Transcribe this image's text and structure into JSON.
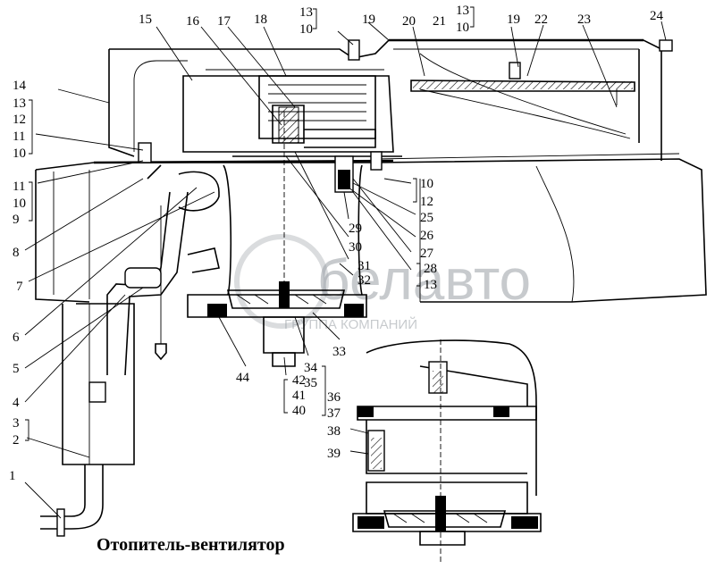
{
  "caption": "Отопитель-вентилятор",
  "watermark": {
    "logo": "белавто",
    "tagline": "ГРУППА КОМПАНИЙ"
  },
  "callouts": [
    {
      "text": "1"
    },
    {
      "text": "2"
    },
    {
      "text": "3"
    },
    {
      "text": "4"
    },
    {
      "text": "5"
    },
    {
      "text": "6"
    },
    {
      "text": "7"
    },
    {
      "text": "8"
    },
    {
      "text": "9"
    },
    {
      "text": "10"
    },
    {
      "text": "11"
    },
    {
      "text": "10"
    },
    {
      "text": "11"
    },
    {
      "text": "12"
    },
    {
      "text": "13"
    },
    {
      "text": "14"
    },
    {
      "text": "15"
    },
    {
      "text": "16"
    },
    {
      "text": "17"
    },
    {
      "text": "18"
    },
    {
      "text": "13"
    },
    {
      "text": "10"
    },
    {
      "text": "19"
    },
    {
      "text": "20"
    },
    {
      "text": "21"
    },
    {
      "text": "13"
    },
    {
      "text": "10"
    },
    {
      "text": "19"
    },
    {
      "text": "22"
    },
    {
      "text": "23"
    },
    {
      "text": "24"
    },
    {
      "text": "10"
    },
    {
      "text": "12"
    },
    {
      "text": "25"
    },
    {
      "text": "26"
    },
    {
      "text": "27"
    },
    {
      "text": "28"
    },
    {
      "text": "13"
    },
    {
      "text": "29"
    },
    {
      "text": "30"
    },
    {
      "text": "31"
    },
    {
      "text": "32"
    },
    {
      "text": "33"
    },
    {
      "text": "34"
    },
    {
      "text": "35"
    },
    {
      "text": "36"
    },
    {
      "text": "37"
    },
    {
      "text": "42"
    },
    {
      "text": "41"
    },
    {
      "text": "40"
    },
    {
      "text": "44"
    },
    {
      "text": "38"
    },
    {
      "text": "39"
    }
  ]
}
